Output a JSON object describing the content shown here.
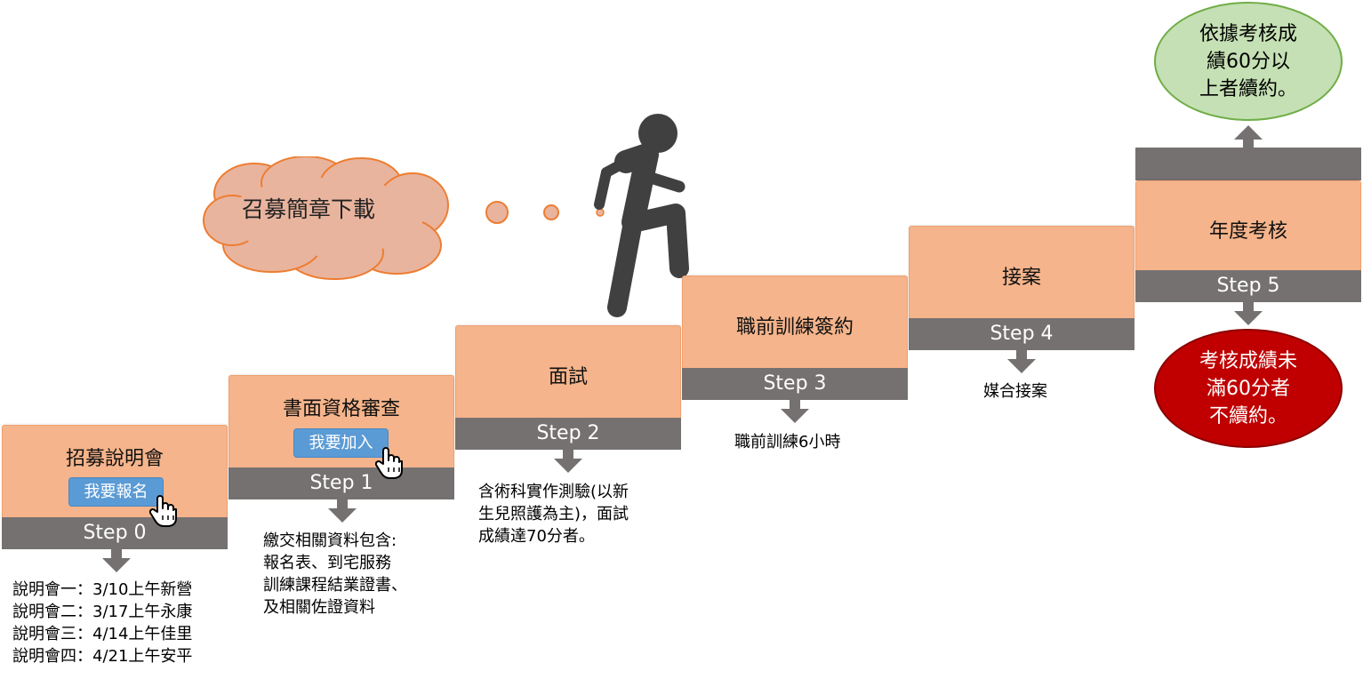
{
  "cloud": {
    "label": "召募簡章下載"
  },
  "steps": [
    {
      "title": "招募說明會",
      "band": "Step 0",
      "button": "我要報名",
      "desc": [
        "說明會一：3/10上午新營",
        "說明會二：3/17上午永康",
        "說明會三：4/14上午佳里",
        "說明會四：4/21上午安平"
      ]
    },
    {
      "title": "書面資格審查",
      "band": "Step 1",
      "button": "我要加入",
      "desc": [
        "繳交相關資料包含:",
        "報名表、到宅服務",
        "訓練課程結業證書、",
        "及相關佐證資料"
      ]
    },
    {
      "title": "面試",
      "band": "Step 2",
      "desc": [
        "含術科實作測驗(以新",
        "生兒照護為主)，面試",
        "成績達70分者。"
      ]
    },
    {
      "title": "職前訓練簽約",
      "band": "Step 3",
      "desc": [
        "職前訓練6小時"
      ]
    },
    {
      "title": "接案",
      "band": "Step 4",
      "desc": [
        "媒合接案"
      ]
    },
    {
      "title": "年度考核",
      "band": "Step 5"
    }
  ],
  "outcomes": {
    "pass": [
      "依據考核成",
      "績60分以",
      "上者續約。"
    ],
    "fail": [
      "考核成績未",
      "滿60分者",
      "不續約。"
    ]
  },
  "colors": {
    "step_fill": "#F5B48B",
    "band": "#767171",
    "button": "#5B9BD5",
    "cloud": "#E9B49E",
    "pass": "#C5E0B4",
    "fail": "#C00000",
    "person": "#404040"
  }
}
